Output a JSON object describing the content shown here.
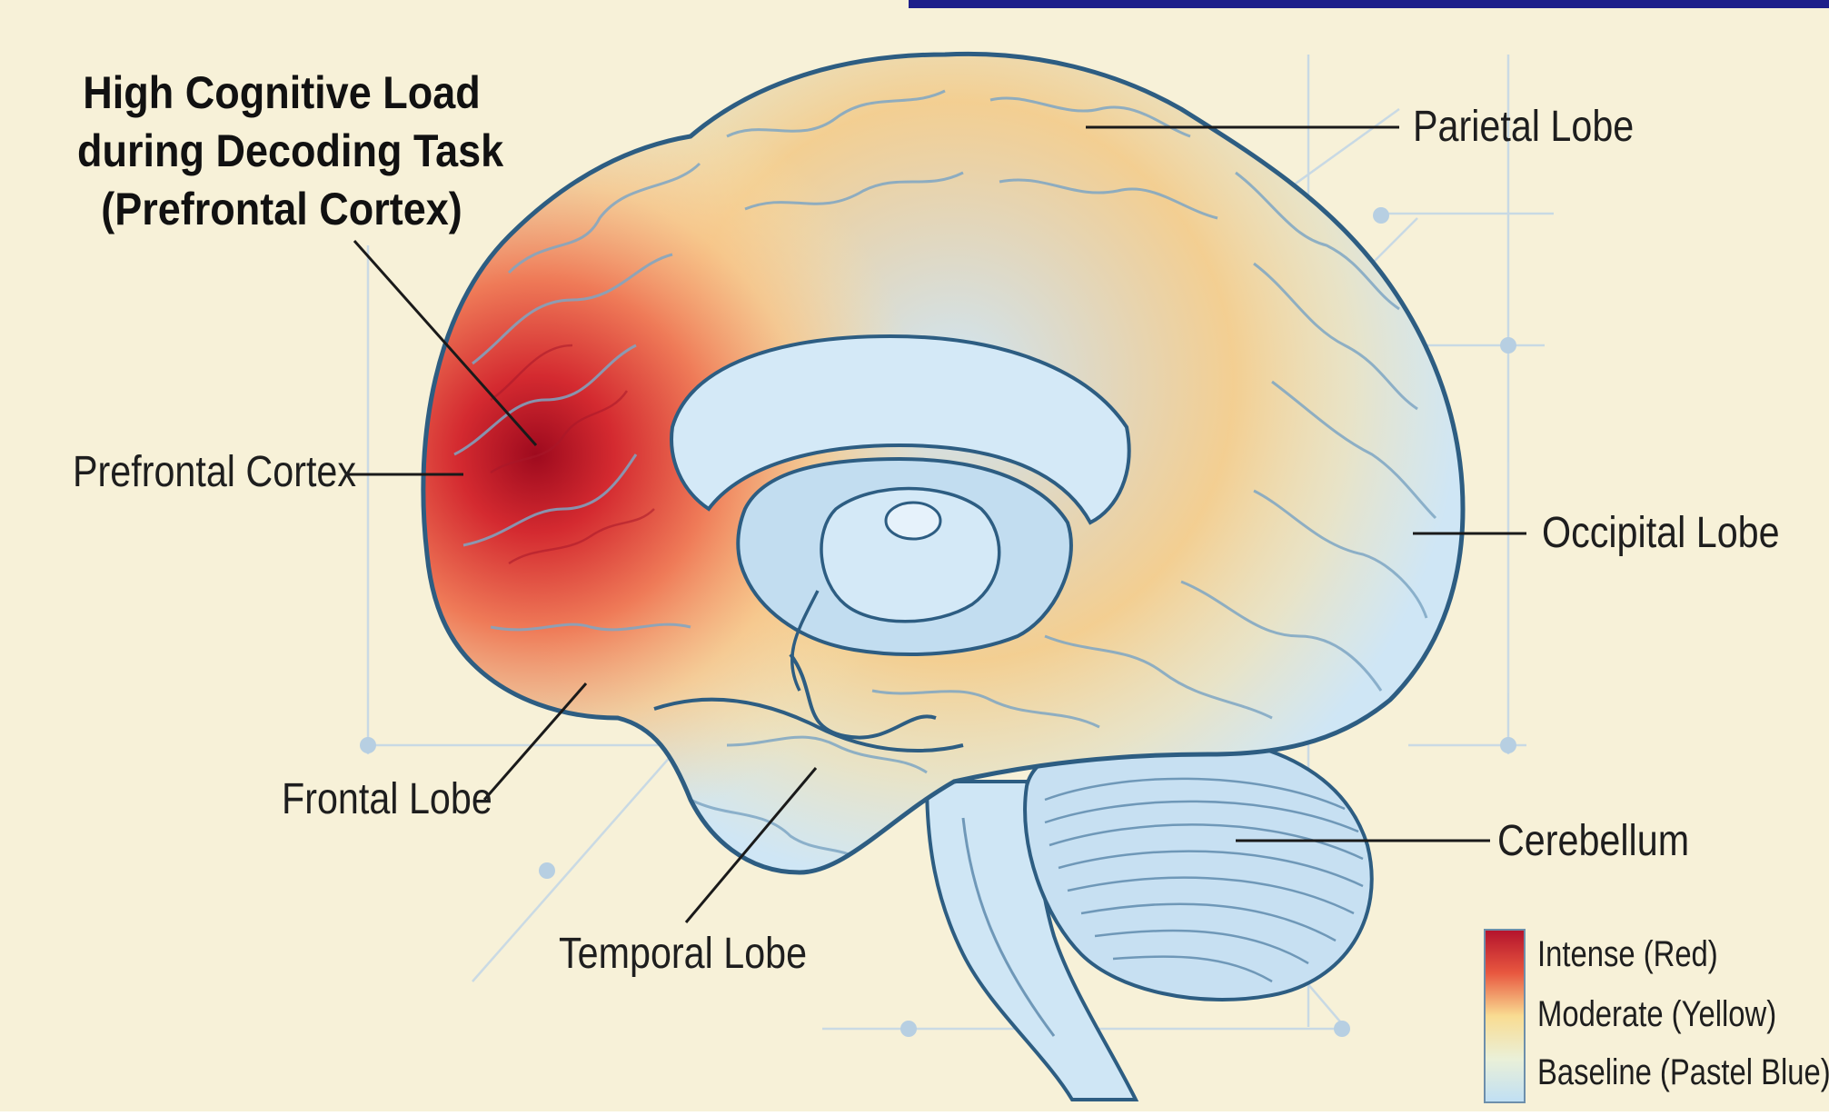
{
  "title": {
    "line1": "High Cognitive Load",
    "line2": "during Decoding Task",
    "line3": "(Prefrontal Cortex)"
  },
  "labels": {
    "parietal": "Parietal Lobe",
    "prefrontal": "Prefrontal Cortex",
    "occipital": "Occipital Lobe",
    "frontal": "Frontal Lobe",
    "cerebellum": "Cerebellum",
    "temporal": "Temporal Lobe"
  },
  "legend": {
    "intense": "Intense (Red)",
    "moderate": "Moderate (Yellow)",
    "baseline": "Baseline (Pastel Blue)"
  },
  "colors": {
    "background": "#f7f1d8",
    "intense": "#c8102e",
    "moderate": "#f8d98f",
    "baseline": "#cfe6f5",
    "outline": "#2d5d82",
    "top_bar": "#1e1f8a"
  }
}
